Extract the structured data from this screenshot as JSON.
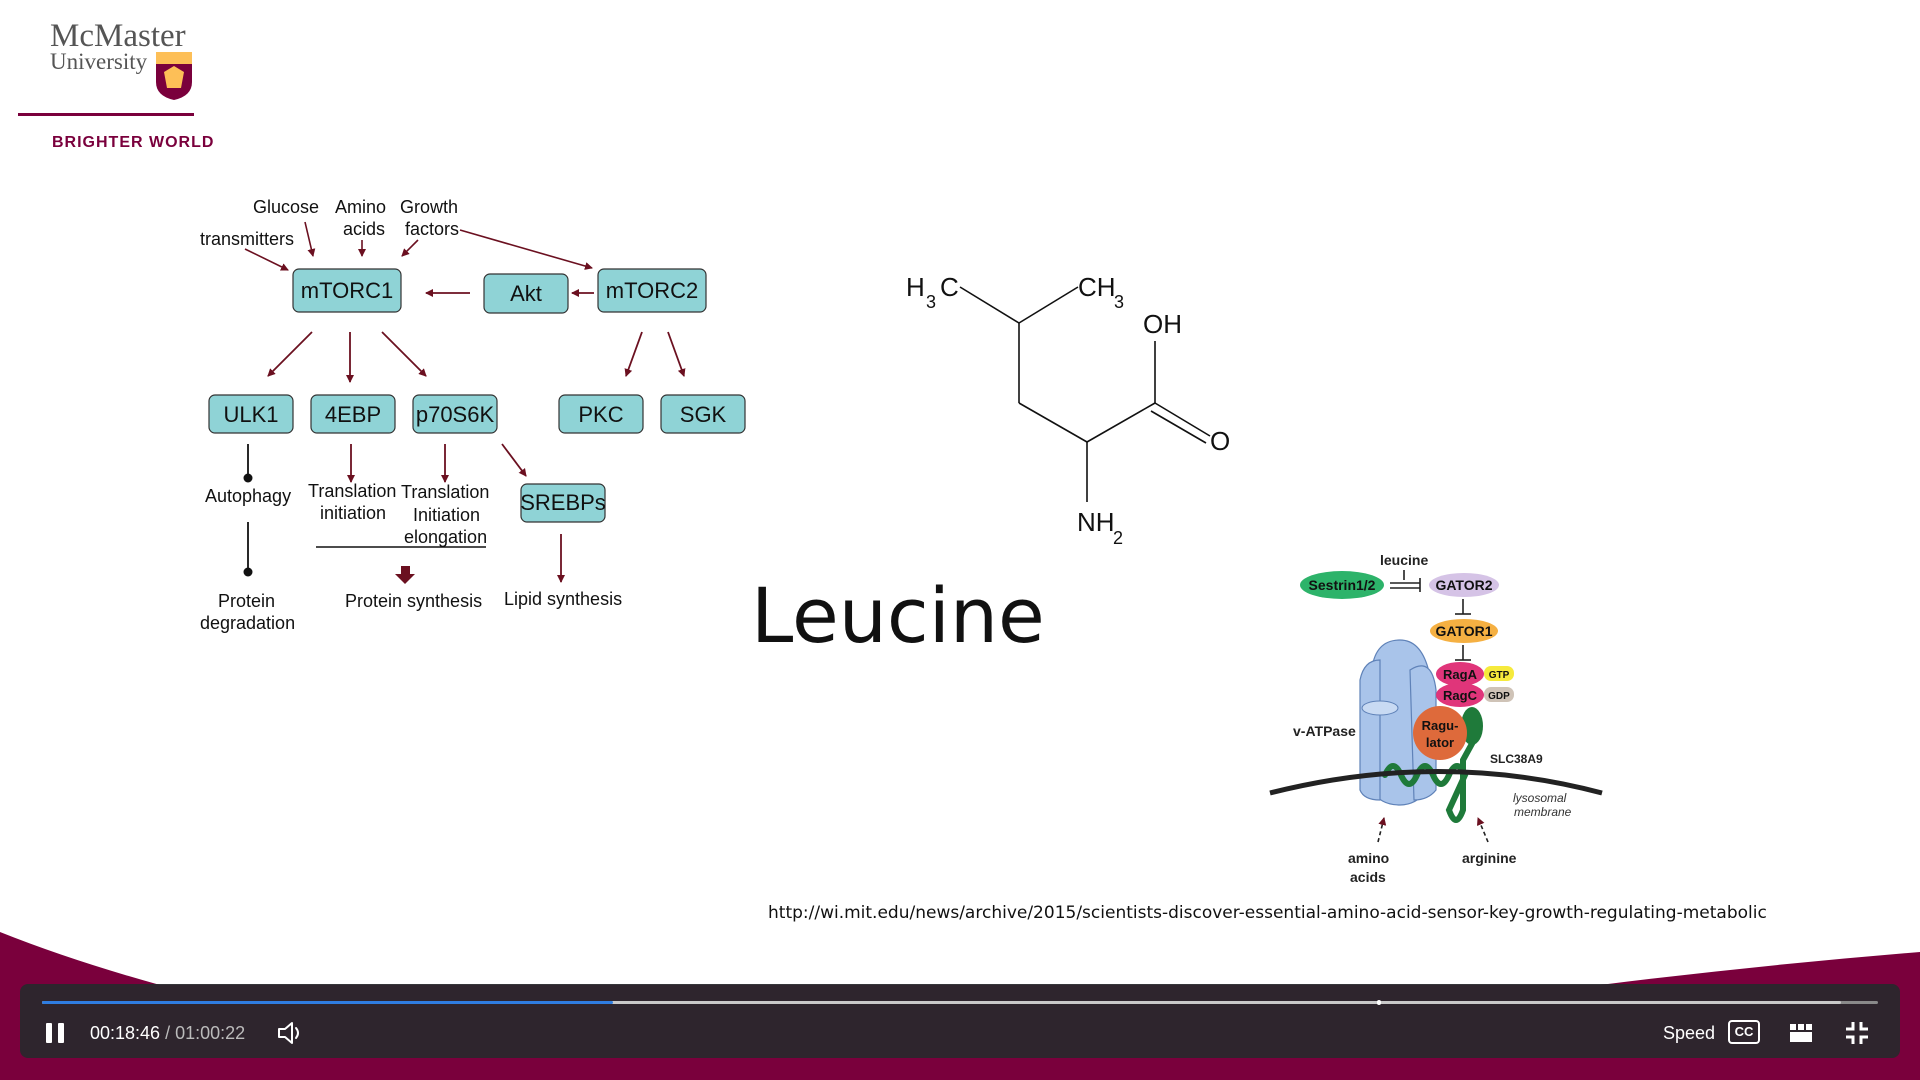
{
  "logo": {
    "line1": "McMaster",
    "line2": "University",
    "tagline": "BRIGHTER WORLD"
  },
  "diagram": {
    "inputs": {
      "glucose": "Glucose",
      "amino_1": "Amino",
      "amino_2": "acids",
      "growth_1": "Growth",
      "growth_2": "factors",
      "transmitters": "transmitters"
    },
    "nodes": {
      "mtorc1": "mTORC1",
      "akt": "Akt",
      "mtorc2": "mTORC2",
      "ulk1": "ULK1",
      "ebp": "4EBP",
      "p70": "p70S6K",
      "pkc": "PKC",
      "sgk": "SGK",
      "srebps": "SREBPs"
    },
    "outcomes": {
      "autophagy": "Autophagy",
      "ti_1": "Translation",
      "ti_2": "initiation",
      "tie_1": "Translation",
      "tie_2": "Initiation",
      "tie_3": "elongation",
      "pd_1": "Protein",
      "pd_2": "degradation",
      "protein_synthesis": "Protein synthesis",
      "lipid_synthesis": "Lipid synthesis"
    }
  },
  "molecule": {
    "h3c_h": "H",
    "h3c_sub": "3",
    "h3c_c": "C",
    "ch3_ch": "CH",
    "ch3_sub": "3",
    "oh": "OH",
    "o": "O",
    "nh2_nh": "NH",
    "nh2_sub": "2"
  },
  "slide_title": "Leucine",
  "lysosome": {
    "leucine": "leucine",
    "sestrin": "Sestrin1/2",
    "gator2": "GATOR2",
    "gator1": "GATOR1",
    "raga": "RagA",
    "ragc": "RagC",
    "gtp": "GTP",
    "gdp": "GDP",
    "vatpase": "v-ATPase",
    "ragulator_1": "Ragu-",
    "ragulator_2": "lator",
    "slc": "SLC38A9",
    "membrane_1": "lysosomal",
    "membrane_2": "membrane",
    "amino_1": "amino",
    "amino_2": "acids",
    "arginine": "arginine"
  },
  "source_url": "http://wi.mit.edu/news/archive/2015/scientists-discover-essential-amino-acid-sensor-key-growth-regulating-metabolic",
  "player": {
    "current_time": "00:18:46",
    "separator": "/",
    "total_time": "01:00:22",
    "progress": 0.311,
    "buffered": 0.98,
    "speed_label": "Speed",
    "cc_label": "CC",
    "colors": {
      "progress": "#2f7de1",
      "bar": "#2a2a2e",
      "track": "#8a8a8a"
    }
  },
  "colors": {
    "maroon": "#7a003c",
    "gold": "#fdbf57",
    "node_fill": "#8fd3d6",
    "arrow": "#6b1020",
    "sestrin": "#2db36a",
    "gator2": "#d5c3e6",
    "gator1": "#f5b042",
    "rag": "#e0357a",
    "ragulator": "#de6a3b",
    "vatpase": "#a9c4ea",
    "slc": "#1f7a3a"
  }
}
